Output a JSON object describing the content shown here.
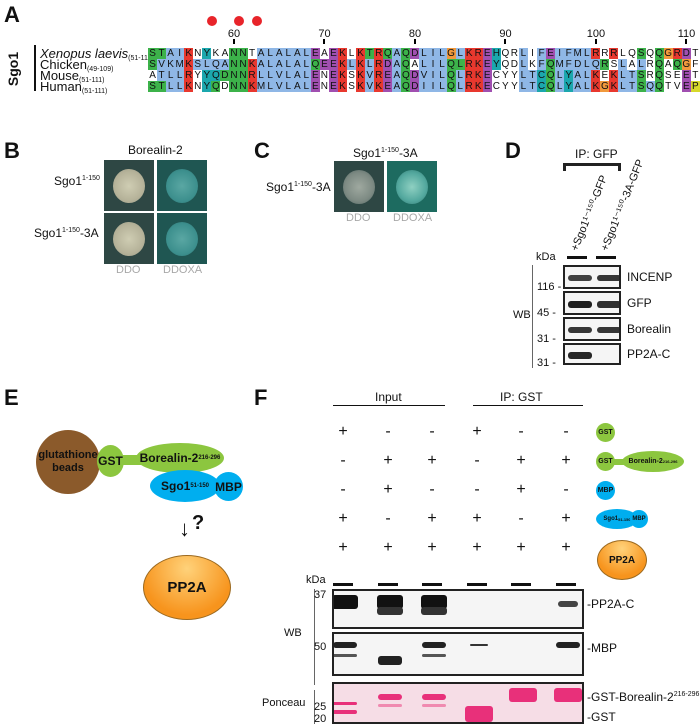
{
  "panels": {
    "A": {
      "letter": "A",
      "protein_label": "Sgo1",
      "ticks": [
        "60",
        "70",
        "80",
        "90",
        "100",
        "110"
      ],
      "highlight_dots_at_columns": [
        7,
        10,
        12
      ],
      "sequences": [
        {
          "name": "Xenopus laevis",
          "range": "(51-111)",
          "italic": true,
          "seq": "STAIKNYKANNTALALALEAEKLKTRQAQDLILGLKREHQRLIFEIFMLRRRLQSQQGRDT",
          "colors": "ggbbrwcwwggwbbbbbbpwprwrgrgbgpbbbobrrpcwwbwbpbbbbrwrwwgwgorpw"
        },
        {
          "name": "Chicken",
          "range": "(49-109)",
          "italic": false,
          "seq": "SVKMKSLQANNKALALALQEEKLKLRDAQALILQLRKEYQDLKFQMFDLQRSLALRQAQGF",
          "colors": "gbbbrbbbbggrbbbbbbgpprbrbrpbgwbbbggrrpcwwbwbgbbbbbgwbwbwgwgow"
        },
        {
          "name": "Mouse",
          "range": "(51-111)",
          "italic": false,
          "seq": "ATLLRYYQDNNRLLVLALENEKSKVREAQDVILQLRKECYYLTCQLYALKEKLTSRQSEET",
          "colors": "wbbbrwccgggrbbbbbbpwprwrbrpbgpbbbgbrrpwwwbbcgbcbbrwrbbgwgwwpw"
        },
        {
          "name": "Human",
          "range": "(51-111)",
          "italic": false,
          "seq": "STLLKNYQDNNKMLVLALENEKSKVKEAQDIILQLRKECYYLTCQLYALKGKLTSQQTVEP",
          "colors": "ggbbrwcgwggrbbbbbbpwprwrbrpbgpbbbgbrrpwwwbbcgbcbbrorbbgbgwwpy"
        }
      ]
    },
    "B": {
      "letter": "B",
      "title": "Borealin-2",
      "rows": [
        {
          "label": "Sgo1",
          "sup": "1-150",
          "suffix": ""
        },
        {
          "label": "Sgo1",
          "sup": "1-150",
          "suffix": "-3A"
        }
      ],
      "media": [
        "DDO",
        "DDOXA"
      ]
    },
    "C": {
      "letter": "C",
      "title": "Sgo1",
      "title_sup": "1-150",
      "title_suffix": "-3A",
      "row_label": "Sgo1",
      "row_sup": "1-150",
      "row_suffix": "-3A",
      "media": [
        "DDO",
        "DDOXA"
      ]
    },
    "D": {
      "letter": "D",
      "ip_label": "IP: GFP",
      "lanes": [
        "+Sgo1¹⁻¹⁵⁰-GFP",
        "+Sgo1¹⁻¹⁵⁰-3A-GFP"
      ],
      "kda_label": "kDa",
      "wb_label": "WB",
      "blots": [
        {
          "target": "INCENP",
          "marker": "116",
          "bands": [
            0.7,
            0.8
          ]
        },
        {
          "target": "GFP",
          "marker": "45",
          "bands": [
            1.0,
            0.85
          ]
        },
        {
          "target": "Borealin",
          "marker": "31",
          "bands": [
            0.8,
            0.8
          ]
        },
        {
          "target": "PP2A-C",
          "marker": "31",
          "bands": [
            0.95,
            0
          ]
        }
      ]
    },
    "E": {
      "letter": "E",
      "beads": "glutathione beads",
      "gst": "GST",
      "borealin": "Borealin-2",
      "borealin_sup": "216-296",
      "sgo1": "Sgo1",
      "sgo1_sup": "51-150",
      "mbp": "MBP",
      "question": "?",
      "pp2a": "PP2A",
      "colors": {
        "beads": "#8b5a2b",
        "gst": "#8cc63f",
        "sgo1": "#00aeef",
        "pp2a": "#f7941d"
      }
    },
    "F": {
      "letter": "F",
      "groups": [
        "Input",
        "IP: GST"
      ],
      "matrix": [
        {
          "component": "GST",
          "values": [
            "+",
            "-",
            "-",
            "+",
            "-",
            "-"
          ]
        },
        {
          "component": "GST-Borealin-2 216-296",
          "values": [
            "-",
            "+",
            "+",
            "-",
            "+",
            "+"
          ]
        },
        {
          "component": "MBP",
          "values": [
            "-",
            "+",
            "-",
            "-",
            "+",
            "-"
          ]
        },
        {
          "component": "Sgo1 51-150 MBP",
          "values": [
            "+",
            "-",
            "+",
            "+",
            "-",
            "+"
          ]
        },
        {
          "component": "PP2A",
          "values": [
            "+",
            "+",
            "+",
            "+",
            "+",
            "+"
          ]
        }
      ],
      "legend": {
        "gst": "GST",
        "borealin": "Borealin-2",
        "borealin_sup": "216-296",
        "mbp": "MBP",
        "sgo1": "Sgo1",
        "sgo1_sup": "51-150",
        "pp2a": "PP2A"
      },
      "kda_label": "kDa",
      "wb_label": "WB",
      "ponceau_label": "Ponceau",
      "markers": {
        "pp2a": "37",
        "mbp": "50",
        "ponceau": [
          "25",
          "20"
        ]
      },
      "right_labels": {
        "pp2a": "PP2A-C",
        "mbp": "MBP",
        "gst_bor": "GST-Borealin-2",
        "gst_bor_sup": "216-296",
        "gst": "GST"
      }
    }
  }
}
